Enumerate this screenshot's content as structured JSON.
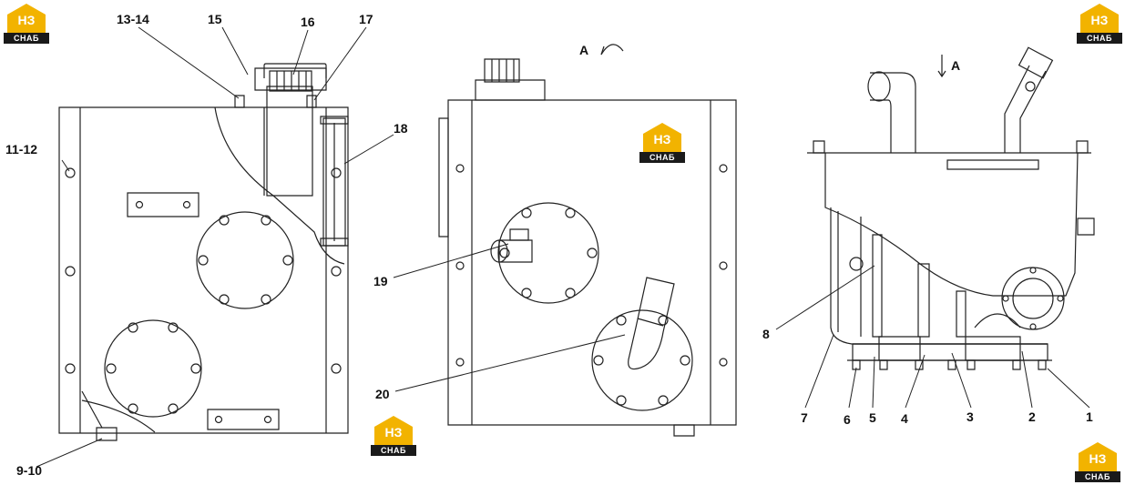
{
  "callouts": {
    "c1_label": "1",
    "c2_label": "2",
    "c3_label": "3",
    "c4_label": "4",
    "c5_label": "5",
    "c6_label": "6",
    "c7_label": "7",
    "c8_label": "8",
    "c9_10_label": "9-10",
    "c11_12_label": "11-12",
    "c13_14_label": "13-14",
    "c15_label": "15",
    "c16_label": "16",
    "c17_label": "17",
    "c18_label": "18",
    "c19_label": "19",
    "c20_label": "20"
  },
  "view_markers": {
    "view_a_top": "A",
    "view_a_right": "A"
  },
  "watermark": {
    "letters": "НЗ",
    "caption": "СНАБ",
    "color_yellow": "#f2b300",
    "color_dark": "#1a1a1a"
  }
}
